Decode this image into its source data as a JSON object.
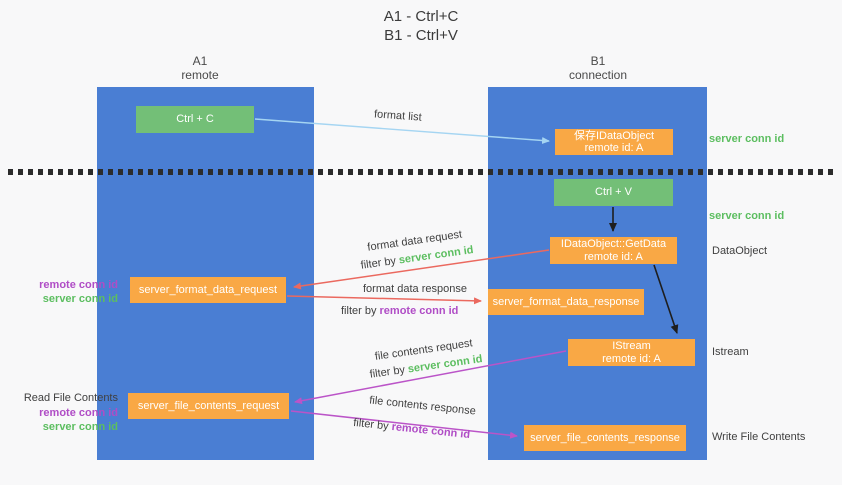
{
  "title": {
    "line1": "A1 - Ctrl+C",
    "line2": "B1 - Ctrl+V"
  },
  "lanes": {
    "a": {
      "id": "A1",
      "role": "remote"
    },
    "b": {
      "id": "B1",
      "role": "connection"
    }
  },
  "nodes": {
    "ctrl_c": {
      "label": "Ctrl + C"
    },
    "save_dataobject": {
      "line1": "保存IDataObject",
      "line2": "remote id: A"
    },
    "ctrl_v": {
      "label": "Ctrl + V"
    },
    "getdata": {
      "line1": "IDataObject::GetData",
      "line2": "remote id: A"
    },
    "format_request": {
      "label": "server_format_data_request"
    },
    "format_response": {
      "label": "server_format_data_response"
    },
    "istream": {
      "line1": "IStream",
      "line2": "remote id: A"
    },
    "file_request": {
      "label": "server_file_contents_request"
    },
    "file_response": {
      "label": "server_file_contents_response"
    }
  },
  "side_labels": {
    "server_conn_id_top": "server conn id",
    "server_conn_id_mid": "server conn id",
    "dataobject": "DataObject",
    "istream": "Istream",
    "write_file_contents": "Write File Contents",
    "read_file_contents": "Read File Contents",
    "format_remote_conn_id": "remote conn id",
    "format_server_conn_id": "server conn id",
    "file_remote_conn_id": "remote conn id",
    "file_server_conn_id": "server conn id"
  },
  "arrow_labels": {
    "format_list": "format list",
    "format_data_request": {
      "text": "format data request",
      "filter_prefix": "filter by",
      "filter_value": "server conn id"
    },
    "format_data_response": {
      "text": "format data response",
      "filter_prefix": "filter by",
      "filter_value": "remote conn id"
    },
    "file_contents_request": {
      "text": "file contents request",
      "filter_prefix": "filter by",
      "filter_value": "server conn id"
    },
    "file_contents_response": {
      "text": "file contents response",
      "filter_prefix": "filter by",
      "filter_value": "remote conn id"
    }
  },
  "colors": {
    "background": "#f8f8f9",
    "lane_blue": "#4a7ed3",
    "green_box": "#73bf77",
    "orange_box": "#f9a845",
    "green_text": "#5cbe60",
    "purple_text": "#b04dc6",
    "red_arrow": "#eb695f",
    "light_blue_arrow": "#a5d5f2",
    "purple_arrow": "#bb54c8",
    "black": "#1e1e1e",
    "dark_text": "#404040"
  }
}
